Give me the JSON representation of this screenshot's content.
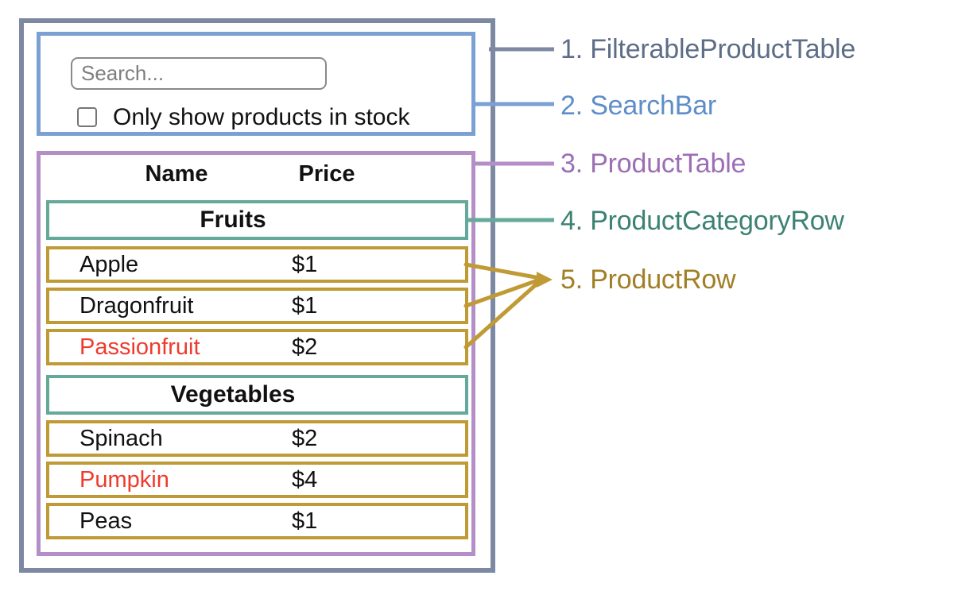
{
  "colors": {
    "frame": "#7d89a3",
    "blue": "#7aa0d4",
    "purple": "#b48fc7",
    "teal": "#64a99a",
    "gold": "#c09a35",
    "frame-label": "#5d6d87",
    "blue-label": "#5e8dc8",
    "purple-label": "#9c6eb4",
    "teal-label": "#3c8272",
    "gold-label": "#a17f27",
    "red": "#ee3b2d",
    "text": "#111111"
  },
  "search_bar": {
    "input_placeholder": "Search...",
    "input_value": "",
    "checkbox_label": "Only show products in stock",
    "checkbox_checked": false
  },
  "product_table": {
    "headers": {
      "name": "Name",
      "price": "Price"
    },
    "sections": [
      {
        "category": "Fruits",
        "rows": [
          {
            "name": "Apple",
            "price": "$1",
            "name_color": "#111111"
          },
          {
            "name": "Dragonfruit",
            "price": "$1",
            "name_color": "#111111"
          },
          {
            "name": "Passionfruit",
            "price": "$2",
            "name_color": "#ee3b2d"
          }
        ]
      },
      {
        "category": "Vegetables",
        "rows": [
          {
            "name": "Spinach",
            "price": "$2",
            "name_color": "#111111"
          },
          {
            "name": "Pumpkin",
            "price": "$4",
            "name_color": "#ee3b2d"
          },
          {
            "name": "Peas",
            "price": "$1",
            "name_color": "#111111"
          }
        ]
      }
    ]
  },
  "hierarchy_labels": [
    {
      "text": "1. FilterableProductTable",
      "color": "#5d6d87"
    },
    {
      "text": "2. SearchBar",
      "color": "#5e8dc8"
    },
    {
      "text": "3. ProductTable",
      "color": "#9c6eb4"
    },
    {
      "text": "4. ProductCategoryRow",
      "color": "#3c8272"
    },
    {
      "text": "5. ProductRow",
      "color": "#a17f27"
    }
  ]
}
